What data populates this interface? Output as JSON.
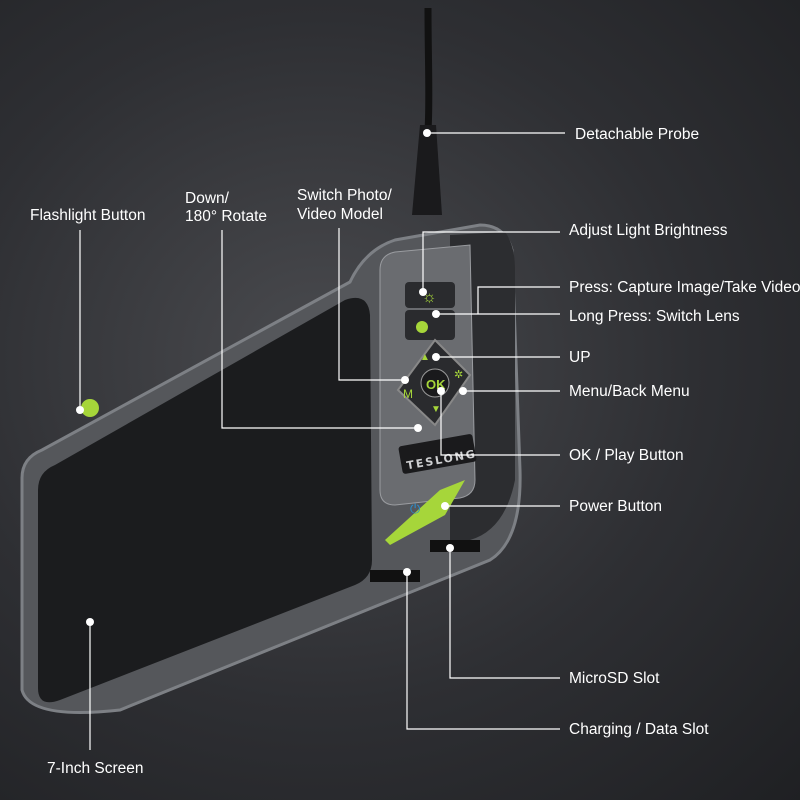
{
  "brand": "TESLONG",
  "accent_color": "#a6d63a",
  "callouts": {
    "detachable_probe": "Detachable Probe",
    "flashlight_button": "Flashlight Button",
    "down_rotate_line1": "Down/",
    "down_rotate_line2": "180° Rotate",
    "switch_mode_line1": "Switch Photo/",
    "switch_mode_line2": "Video Model",
    "adjust_light": "Adjust Light Brightness",
    "press_capture": "Press: Capture Image/Take Video",
    "long_press": "Long Press: Switch Lens",
    "up": "UP",
    "menu_back": "Menu/Back Menu",
    "ok_play": "OK / Play Button",
    "power": "Power Button",
    "microsd": "MicroSD Slot",
    "charging": "Charging / Data Slot",
    "screen": "7-Inch Screen"
  },
  "button_glyphs": {
    "ok": "OK",
    "menu": "M"
  }
}
